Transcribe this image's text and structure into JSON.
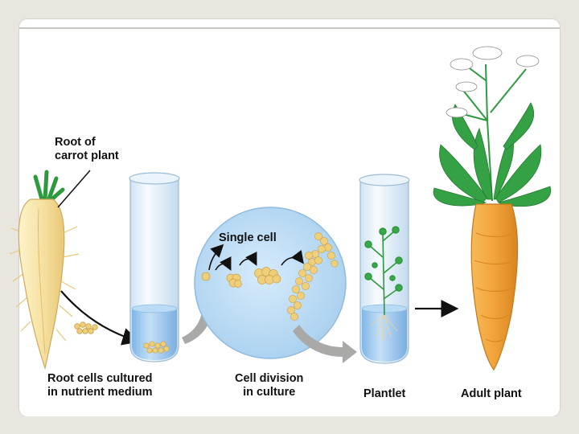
{
  "labels": {
    "root_of_carrot": "Root of\ncarrot plant",
    "single_cell": "Single cell",
    "root_cells_cultured": "Root cells cultured\nin nutrient medium",
    "cell_division": "Cell division\nin culture",
    "plantlet": "Plantlet",
    "adult_plant": "Adult plant"
  },
  "colors": {
    "carrot_root": "#f6e3a8",
    "carrot_adult": "#f2a33a",
    "foliage": "#2e9a3e",
    "medium": "#9cc9ef",
    "culture_dish": "#bcdcf5",
    "cells": "#f0cf7a",
    "arrow_gray": "#a9aaa8"
  }
}
